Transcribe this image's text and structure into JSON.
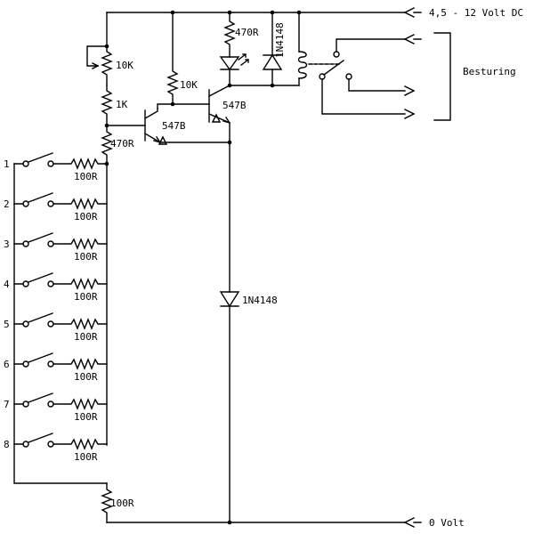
{
  "terminals": {
    "supply": "4,5 - 12 Volt DC",
    "ground": "0 Volt",
    "control": "Besturing"
  },
  "components": {
    "pot": "10K",
    "r_1k": "1K",
    "r_470_left": "470R",
    "r_10k_base": "10K",
    "r_470_led": "470R",
    "diode_relay": "1N4148",
    "diode_main": "1N4148",
    "t1": "547B",
    "t2": "547B",
    "r_bottom": "100R"
  },
  "switches": [
    {
      "num": "1",
      "resistor": "100R"
    },
    {
      "num": "2",
      "resistor": "100R"
    },
    {
      "num": "3",
      "resistor": "100R"
    },
    {
      "num": "4",
      "resistor": "100R"
    },
    {
      "num": "5",
      "resistor": "100R"
    },
    {
      "num": "6",
      "resistor": "100R"
    },
    {
      "num": "7",
      "resistor": "100R"
    },
    {
      "num": "8",
      "resistor": "100R"
    }
  ]
}
